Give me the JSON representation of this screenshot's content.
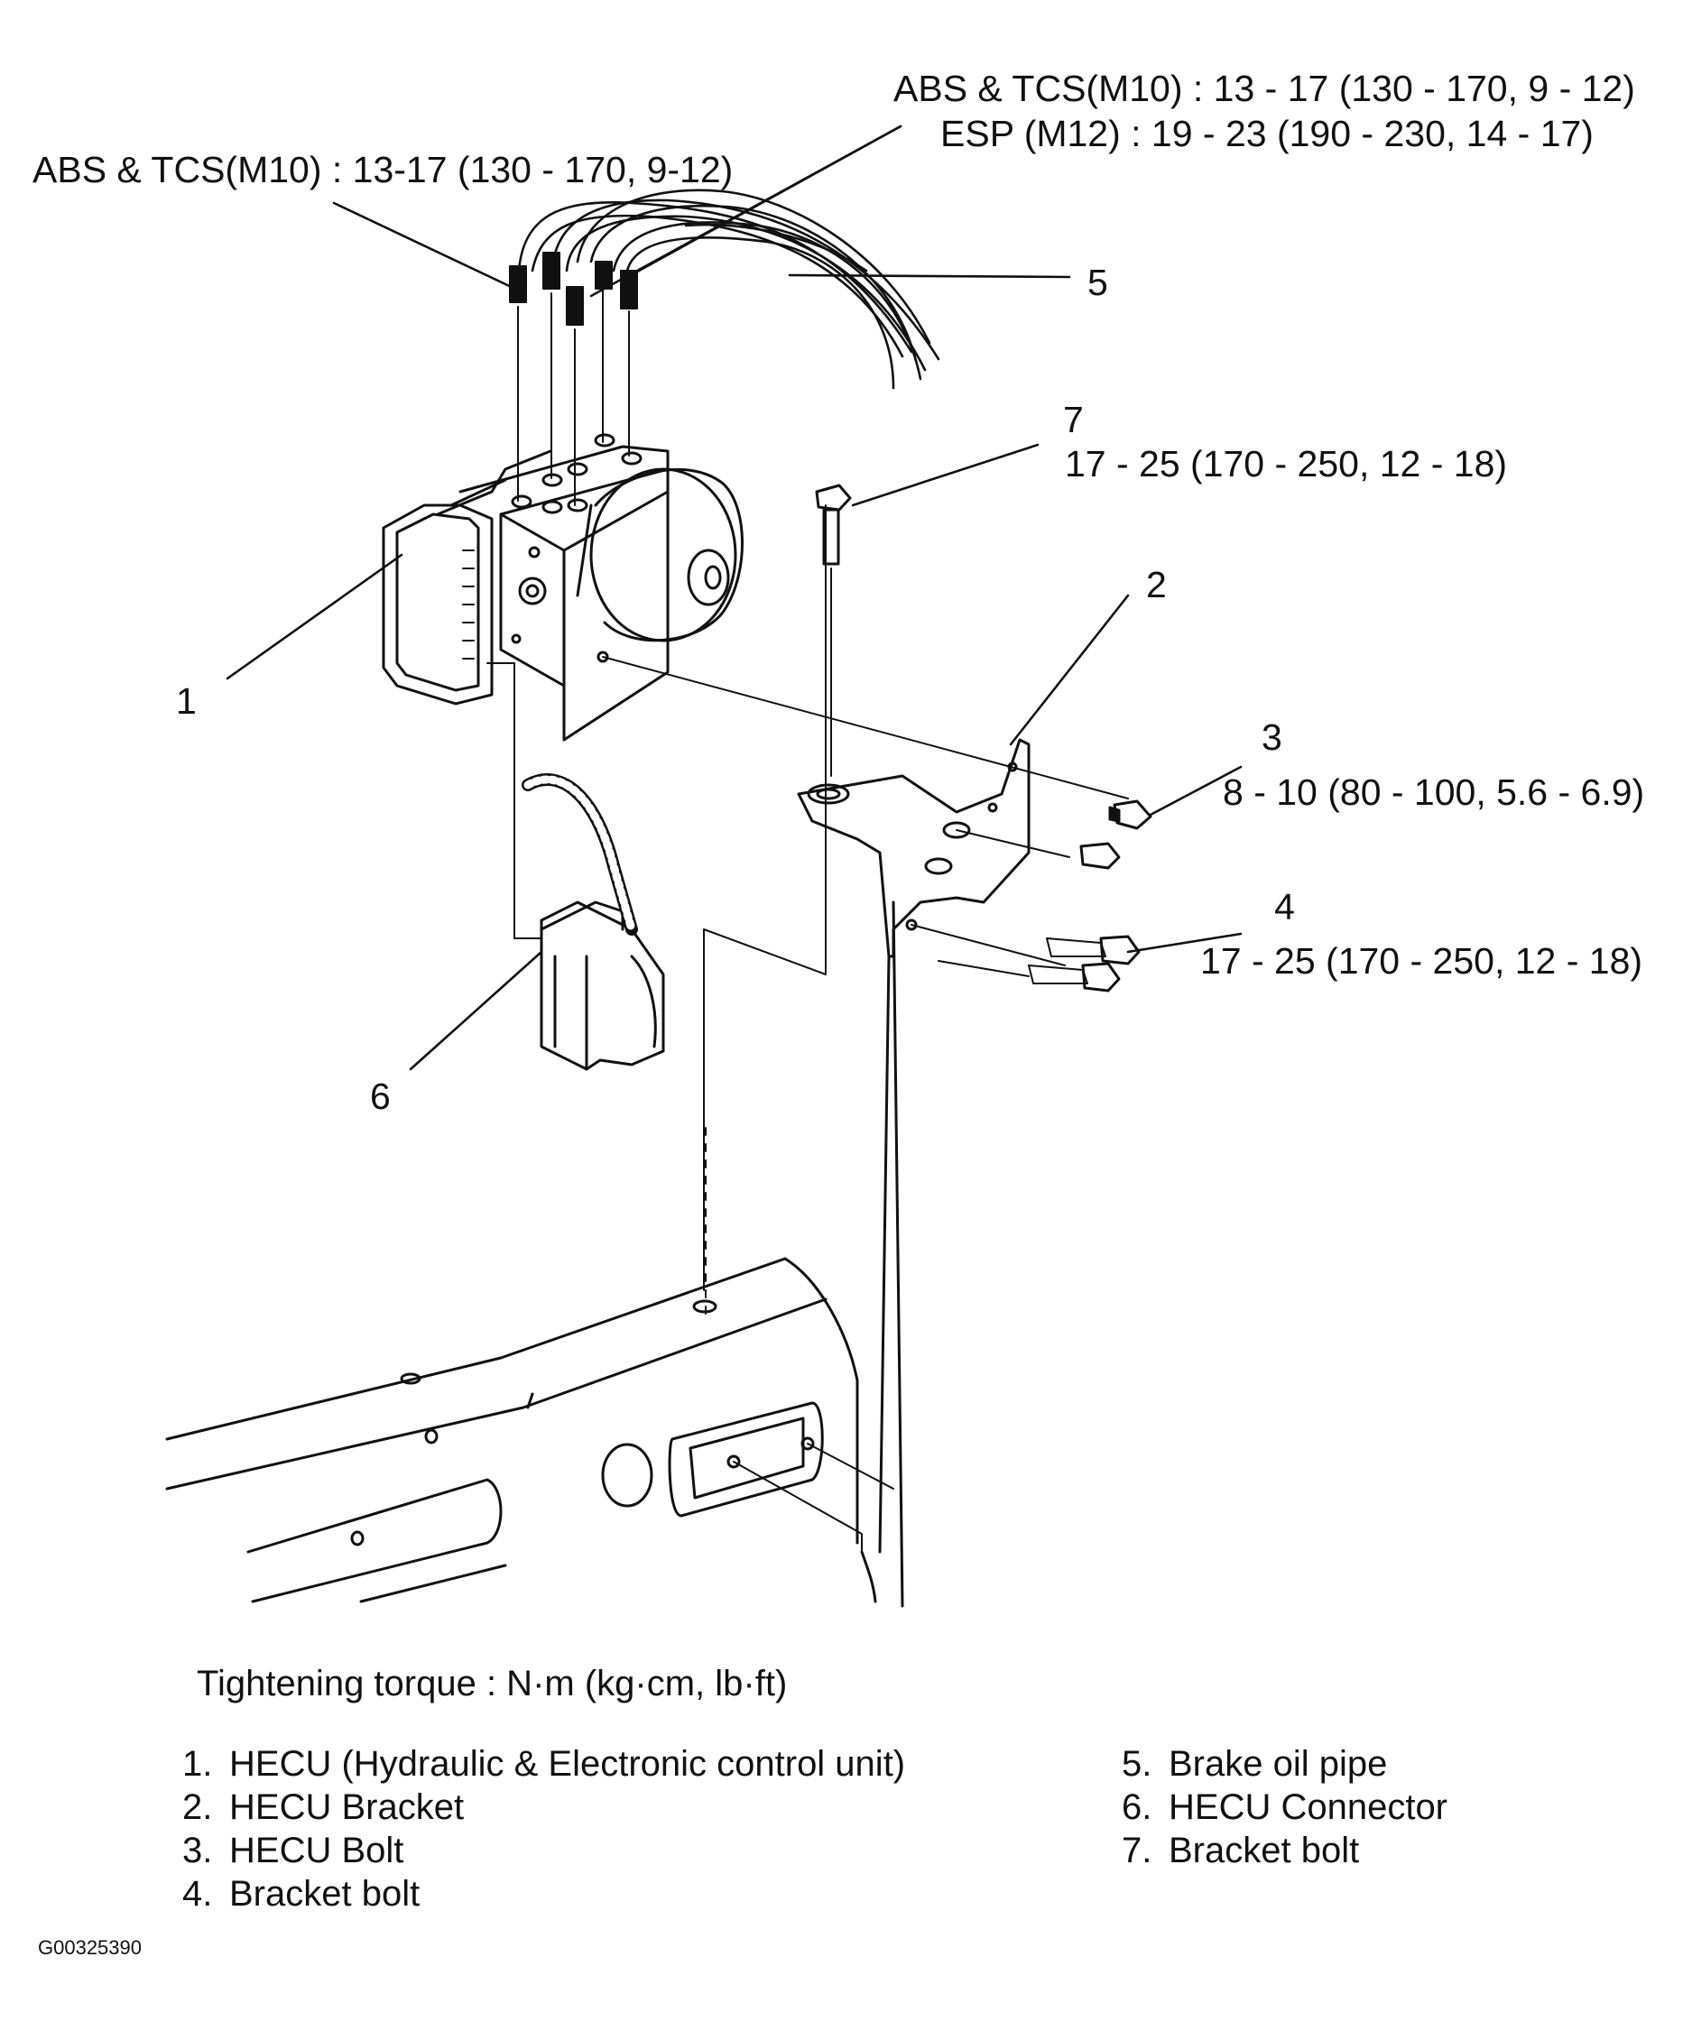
{
  "callouts": {
    "torque_top_line1": "ABS & TCS(M10) : 13 - 17 (130 - 170, 9 - 12)",
    "torque_top_line2": "ESP (M12) : 19 - 23 (190 - 230, 14 - 17)",
    "torque_left": "ABS & TCS(M10) : 13-17 (130 - 170, 9-12)",
    "torque_7": "17 - 25 (170 - 250, 12 - 18)",
    "torque_3": "8 - 10 (80 - 100, 5.6 - 6.9)",
    "torque_4": "17 - 25 (170 - 250, 12 - 18)"
  },
  "part_numbers": {
    "n1": "1",
    "n2": "2",
    "n3": "3",
    "n4": "4",
    "n5": "5",
    "n6": "6",
    "n7": "7"
  },
  "torque_units": "Tightening torque : N·m (kg·cm, lb·ft)",
  "legend": {
    "left": [
      {
        "num": "1.",
        "label": "HECU (Hydraulic & Electronic control unit)"
      },
      {
        "num": "2.",
        "label": "HECU Bracket"
      },
      {
        "num": "3.",
        "label": "HECU Bolt"
      },
      {
        "num": "4.",
        "label": "Bracket bolt"
      }
    ],
    "right": [
      {
        "num": "5.",
        "label": "Brake oil pipe"
      },
      {
        "num": "6.",
        "label": "HECU Connector"
      },
      {
        "num": "7.",
        "label": "Bracket bolt"
      }
    ]
  },
  "figure_code": "G00325390"
}
